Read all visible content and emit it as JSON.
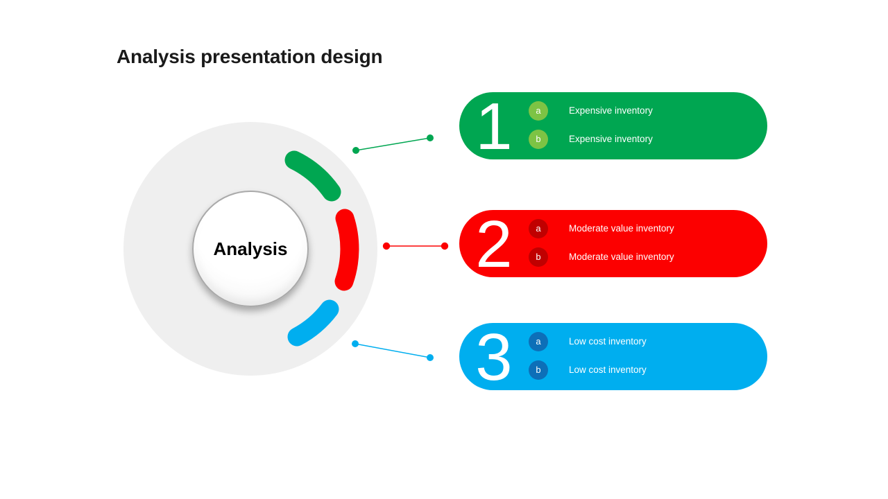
{
  "title": "Analysis presentation design",
  "center": {
    "label": "Analysis"
  },
  "colors": {
    "background": "#ffffff",
    "ring": "#efefef",
    "title": "#1a1a1a"
  },
  "cards": [
    {
      "number": "1",
      "color": "#00a651",
      "badge_color": "#7dc344",
      "items": [
        {
          "badge": "a",
          "text": "Expensive inventory"
        },
        {
          "badge": "b",
          "text": "Expensive inventory"
        }
      ]
    },
    {
      "number": "2",
      "color": "#fc0000",
      "badge_color": "#c00000",
      "items": [
        {
          "badge": "a",
          "text": "Moderate value inventory"
        },
        {
          "badge": "b",
          "text": "Moderate value inventory"
        }
      ]
    },
    {
      "number": "3",
      "color": "#00aeef",
      "badge_color": "#0d6fb8",
      "items": [
        {
          "badge": "a",
          "text": "Low cost inventory"
        },
        {
          "badge": "b",
          "text": "Low cost inventory"
        }
      ]
    }
  ]
}
